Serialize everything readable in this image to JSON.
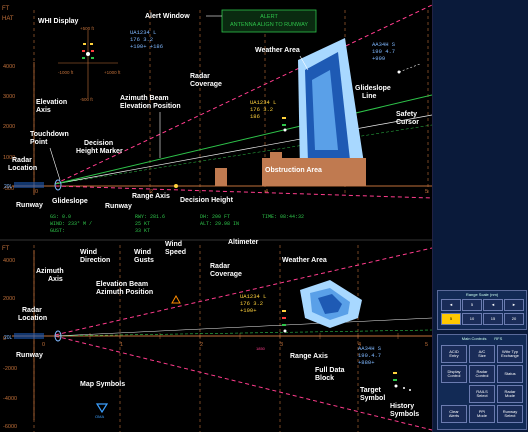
{
  "alert_window": {
    "title": "ALERT",
    "message": "ANTENNA ALIGN TO RUNWAY"
  },
  "whi": {
    "top_label": "+500 ft",
    "bottom_label": "-500 ft",
    "left_label": "-1000 ft",
    "right_label": "+1000 ft"
  },
  "elevation_display": {
    "units": "HAT",
    "y_ticks": [
      "4000",
      "3000",
      "2000",
      "1000",
      "0",
      "-500"
    ],
    "x_ticks": [
      "0",
      "1",
      "2",
      "3",
      "4",
      "5"
    ],
    "ft_label": "FT",
    "runway_label": "20L",
    "readouts": {
      "gs": "GS: 0.0",
      "wind": "WIND: 233° M /",
      "gust": "GUST:",
      "rwy": "RWY: 281.6",
      "wind_val": "25 KT",
      "gust_val": "33 KT",
      "dh": "DH: 200 FT",
      "alt": "ALT: 29.98 IN",
      "time": "TIME: 08:44:32"
    },
    "tracks": [
      {
        "line1": "UA1234  L",
        "line2": "176   3.2",
        "line3": "+100+   +186"
      },
      {
        "line1": "UA1234  L",
        "line2": "176   3.2",
        "line3": "186"
      },
      {
        "line1": "AA34H   S",
        "line2": "190  4.7",
        "line3": "+999"
      }
    ]
  },
  "azimuth_display": {
    "y_ticks": [
      "4000",
      "2000",
      "0",
      "-2000",
      "-4000",
      "-6000"
    ],
    "x_ticks": [
      "0",
      "1",
      "2",
      "3",
      "4",
      "5"
    ],
    "ft_label": "FT",
    "runway_label": "20L",
    "tracks": [
      {
        "line1": "UA1234  L",
        "line2": "176   3.2",
        "line3": "+100+"
      },
      {
        "line1": "AA34H   S",
        "line2": "190.4.7",
        "line3": "+880+"
      }
    ],
    "symbol_label": "OMA",
    "marker_label": "1850"
  },
  "annotations": {
    "whi_display": "WHI Display",
    "alert_window": "Alert Window",
    "weather_area_top": "Weather Area",
    "radar_coverage_top": "Radar\nCoverage",
    "azimuth_beam_elev": "Azimuth Beam\nElevation Position",
    "elevation_axis": "Elevation\nAxis",
    "touchdown_point": "Touchdown\nPoint",
    "decision_height_marker": "Decision\nHeight Marker",
    "radar_location_top": "Radar\nLocation",
    "runway_top": "Runway",
    "glideslope": "Glideslope",
    "range_axis_top": "Range Axis",
    "decision_height": "Decision Height",
    "glideslope_line": "Glideslope\nLine",
    "safety_cursor": "Safety\nCursor",
    "obstruction_area": "Obstruction Area",
    "wind_direction": "Wind\nDirection",
    "wind_gusts": "Wind\nGusts",
    "wind_speed": "Wind\nSpeed",
    "altimeter": "Altimeter",
    "azimuth_axis": "Azimuth\nAxis",
    "radar_coverage_bottom": "Radar\nCoverage",
    "weather_area_bottom": "Weather Area",
    "elevation_beam_az": "Elevation Beam\nAzimuth Position",
    "radar_location_bottom": "Radar\nLocation",
    "runway_bottom": "Runway",
    "range_axis_bottom": "Range Axis",
    "full_data_block": "Full Data\nBlock",
    "target_symbol": "Target\nSymbol",
    "map_symbols": "Map Symbols",
    "history_symbols": "History\nSymbols"
  },
  "range_scale": {
    "title": "Range Scale (nm)",
    "row1": [
      "◄",
      "5",
      "◄",
      "►"
    ],
    "row2": [
      "5",
      "10",
      "15",
      "20"
    ],
    "selected": "5"
  },
  "main_controls": {
    "title": "Main Controls",
    "title_right": "RFS",
    "buttons": [
      [
        "ACID\nEntry",
        "A/C\nSize",
        "Wthr Typ\nExchange"
      ],
      [
        "Display\nControl",
        "Radar\nControl",
        "Status"
      ],
      [
        "",
        "RAILS\nSelect",
        "Radar\nMode"
      ],
      [
        "Clear\nAlerts",
        "PPI\nMode",
        "Runway\nSelect"
      ]
    ]
  },
  "colors": {
    "background": "#000000",
    "grid": "#c0703a",
    "coverage": "#ff3c8c",
    "glideslope": "#2ec44a",
    "beam": "#f2f2f2",
    "track_text": "#ffd23c",
    "alt_text": "#7fb8ff",
    "weather_dark": "#1e5ab4",
    "weather_light": "#a8d8ff",
    "obstruction": "#c07a50",
    "panel_bg": "#0a1a3a",
    "button_active": "#ffc800"
  }
}
